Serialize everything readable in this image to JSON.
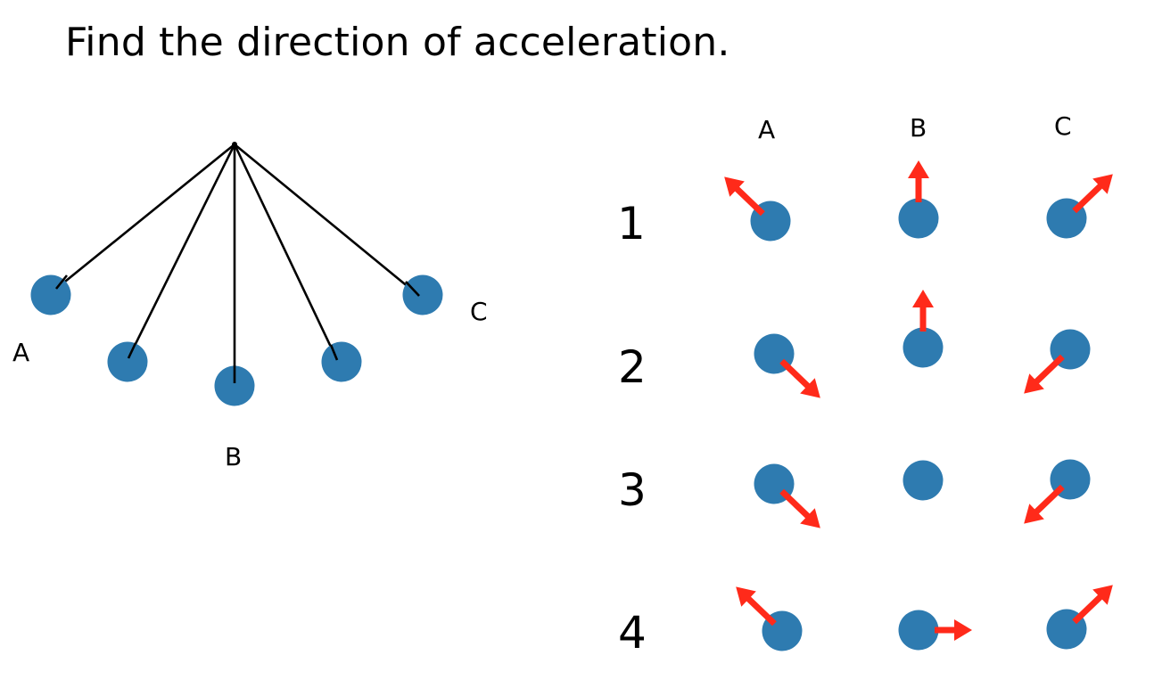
{
  "title": "Find the direction of acceleration.",
  "pendulum": {
    "labels": {
      "a": "A",
      "b": "B",
      "c": "C"
    }
  },
  "grid": {
    "columns": [
      "A",
      "B",
      "C"
    ],
    "rows": [
      {
        "label": "1",
        "arrows": [
          "up-left",
          "up",
          "up-right"
        ]
      },
      {
        "label": "2",
        "arrows": [
          "down-right",
          "up",
          "down-left"
        ]
      },
      {
        "label": "3",
        "arrows": [
          "down-right",
          "none",
          "down-left"
        ]
      },
      {
        "label": "4",
        "arrows": [
          "up-left",
          "right",
          "up-right"
        ]
      }
    ]
  },
  "colors": {
    "ball": "#2e7bb0",
    "arrow": "#ff2a1a",
    "rod": "#000000"
  }
}
